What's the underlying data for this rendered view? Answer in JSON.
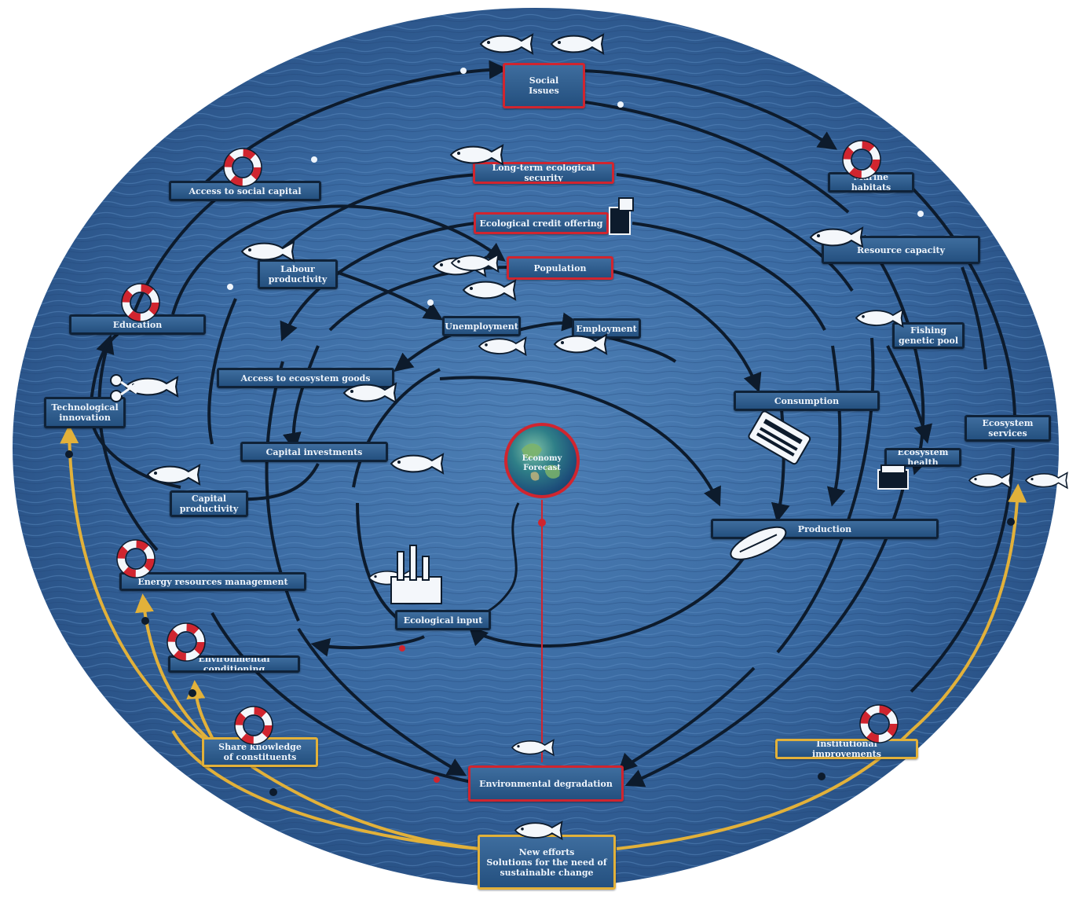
{
  "diagram": {
    "core": {
      "label": "Economy Forecast",
      "icon": "earth-globe-icon"
    },
    "nodes": [
      {
        "id": "social-issues",
        "label": "Social\nIssues",
        "color": "red"
      },
      {
        "id": "long-term-ecological-security",
        "label": "Long-term ecological security",
        "color": "red"
      },
      {
        "id": "ecological-credit-offering",
        "label": "Ecological credit offering",
        "color": "red"
      },
      {
        "id": "population",
        "label": "Population",
        "color": "red"
      },
      {
        "id": "ecosystem-degradation",
        "label": "Environmental degradation",
        "color": "red"
      },
      {
        "id": "access-to-social-capital",
        "label": "Access to social capital",
        "color": "default"
      },
      {
        "id": "marine-habitats",
        "label": "Marine habitats",
        "color": "default"
      },
      {
        "id": "labour-productivity",
        "label": "Labour\nproductivity",
        "color": "default"
      },
      {
        "id": "education",
        "label": "Education",
        "color": "default"
      },
      {
        "id": "unemployment",
        "label": "Unemployment",
        "color": "default"
      },
      {
        "id": "employment",
        "label": "Employment",
        "color": "default"
      },
      {
        "id": "access-to-ecosystem-goods",
        "label": "Access to ecosystem goods",
        "color": "default"
      },
      {
        "id": "technological-innovation",
        "label": "Technological\ninnovation",
        "color": "default"
      },
      {
        "id": "consumption",
        "label": "Consumption",
        "color": "default"
      },
      {
        "id": "capital-investments",
        "label": "Capital investments",
        "color": "default"
      },
      {
        "id": "capital-productivity",
        "label": "Capital\nproductivity",
        "color": "default"
      },
      {
        "id": "resource-capacity",
        "label": "Resource capacity",
        "color": "default"
      },
      {
        "id": "fishing-genetic-pool",
        "label": "Fishing\ngenetic pool",
        "color": "default"
      },
      {
        "id": "ecosystem-services",
        "label": "Ecosystem services",
        "color": "default"
      },
      {
        "id": "ecosystem-health",
        "label": "Ecosystem health",
        "color": "default"
      },
      {
        "id": "production",
        "label": "Production",
        "color": "default"
      },
      {
        "id": "ecological-input",
        "label": "Ecological input",
        "color": "default"
      },
      {
        "id": "energy-resources-management",
        "label": "Energy resources management",
        "color": "default"
      },
      {
        "id": "environmental-conditioning",
        "label": "Environmental conditioning",
        "color": "default"
      },
      {
        "id": "share-knowledge",
        "label": "Share knowledge\nof constituents",
        "color": "gold"
      },
      {
        "id": "institutional-improvements",
        "label": "Institutional improvements",
        "color": "gold"
      },
      {
        "id": "new-efforts",
        "label": "New efforts\nSolutions for the need of\nsustainable change",
        "color": "gold"
      }
    ]
  }
}
